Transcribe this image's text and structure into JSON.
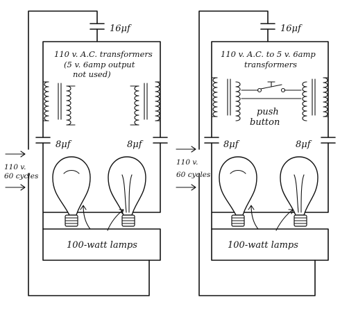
{
  "left": {
    "cap_top": "16μf",
    "transformer_label": [
      "110 v. A.C. transformers",
      "(5 v. 6amp output",
      "not used)"
    ],
    "cap_left": "8μf",
    "cap_right": "8μf",
    "source_label": [
      "110 v.",
      "60 cycles"
    ],
    "lamps_label": "100-watt lamps"
  },
  "right": {
    "cap_top": "16μf",
    "transformer_label": [
      "110 v. A.C. to 5 v. 6amp",
      "transformers"
    ],
    "button_label": [
      "push",
      "button"
    ],
    "cap_left": "8μf",
    "cap_right": "8μf",
    "source_label": [
      "110 v.",
      "60 cycles"
    ],
    "lamps_label": "100-watt lamps"
  }
}
